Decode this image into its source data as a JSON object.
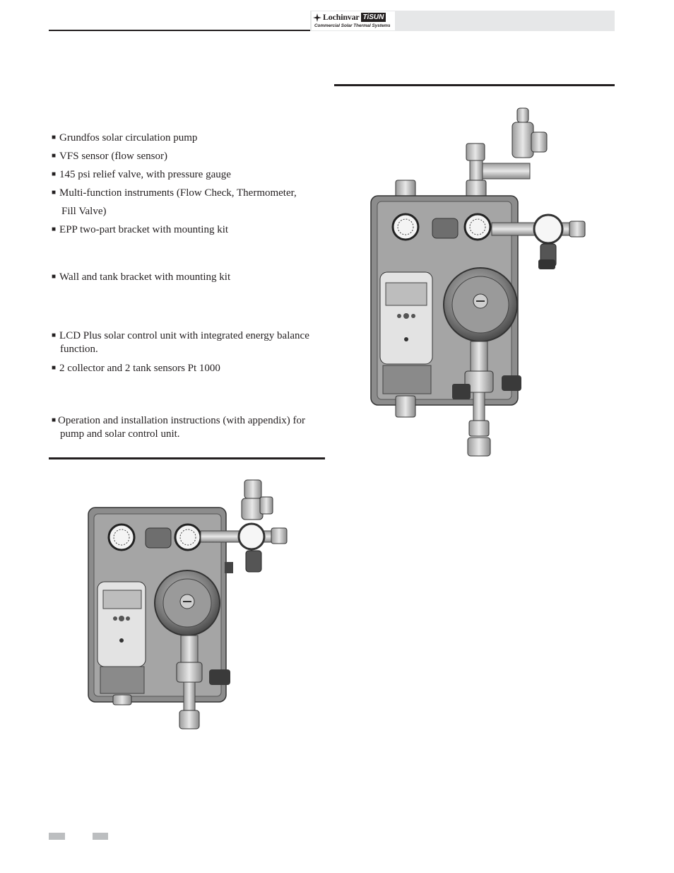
{
  "header": {
    "brand": "Lochinvar",
    "brand_badge": "TiSUN",
    "brand_tagline": "Commercial Solar Thermal Systems"
  },
  "bullets_group1": [
    "Grundfos solar circulation pump",
    "VFS sensor (flow sensor)",
    "145 psi relief valve, with pressure gauge",
    "Multi-function instruments (Flow Check, Thermometer,",
    "Fill Valve)",
    "EPP two-part bracket with mounting kit"
  ],
  "bullets_group2": [
    "Wall and tank bracket with mounting kit"
  ],
  "bullets_group3": {
    "item1_line1": "LCD Plus solar control unit with integrated energy balance",
    "item1_line2": "function.",
    "item2": "2 collector and 2 tank sensors Pt 1000"
  },
  "bullets_group4": {
    "line1": "Operation and installation instructions (with appendix) for",
    "line2": "pump and solar control unit."
  },
  "colors": {
    "rule": "#231f20",
    "header_bar": "#e6e7e8",
    "footer_tab": "#bcbec0"
  },
  "icons": [
    "lochinvar-logo-icon",
    "bullet-square-icon"
  ]
}
